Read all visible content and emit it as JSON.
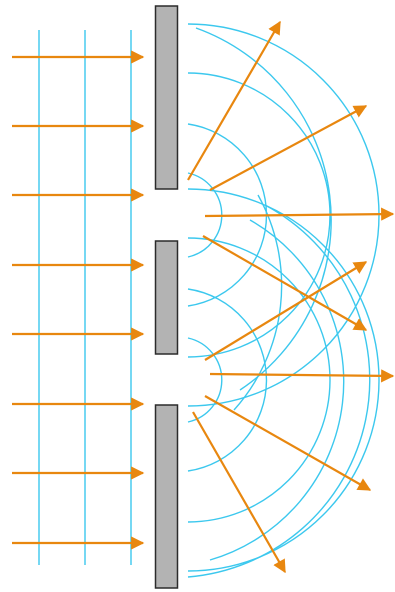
{
  "diagram": {
    "subject": "double-slit-diffraction",
    "incident_arrow_count": 8,
    "plane_wavefront_count": 3,
    "barrier_count": 3,
    "slit_count": 2,
    "wavefronts_per_slit": 6,
    "outgoing_rays_per_slit": 4,
    "colors": {
      "wavefront": "#3cc8ee",
      "arrow": "#e8870f",
      "barrier_fill": "#b3b3b3",
      "barrier_stroke": "#2b2b2b",
      "background": "#ffffff"
    }
  }
}
